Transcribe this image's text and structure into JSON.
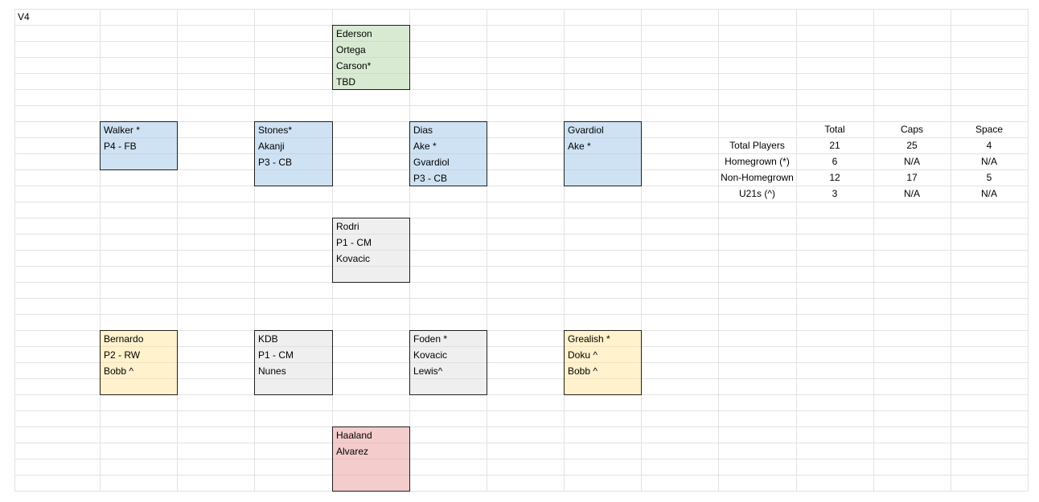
{
  "sheet": {
    "title_cell": "V4",
    "colors": {
      "gk": "#d9ead3",
      "def": "#cfe2f3",
      "mid": "#efefef",
      "wing": "#fff2cc",
      "fwd": "#f4cccc",
      "grid": "#e2e2e2",
      "border": "#1f1f1f"
    },
    "blocks": [
      {
        "name": "goalkeepers",
        "color": "gk",
        "players": [
          "Ederson",
          "Ortega",
          "Carson*",
          "TBD"
        ]
      },
      {
        "name": "right-back",
        "color": "def",
        "players": [
          "Walker *",
          "P4 - FB",
          ""
        ]
      },
      {
        "name": "center-back-1",
        "color": "def",
        "players": [
          "Stones*",
          "Akanji",
          "P3 - CB",
          ""
        ]
      },
      {
        "name": "center-back-2",
        "color": "def",
        "players": [
          "Dias",
          "Ake *",
          "Gvardiol",
          "P3 - CB"
        ]
      },
      {
        "name": "left-back",
        "color": "def",
        "players": [
          "Gvardiol",
          "Ake *",
          "",
          ""
        ]
      },
      {
        "name": "defensive-mid",
        "color": "mid",
        "players": [
          "Rodri",
          "P1 - CM",
          "Kovacic",
          ""
        ]
      },
      {
        "name": "right-wing",
        "color": "wing",
        "players": [
          "Bernardo",
          "P2 - RW",
          "Bobb ^",
          ""
        ]
      },
      {
        "name": "central-mid-1",
        "color": "mid",
        "players": [
          "KDB",
          "P1 - CM",
          "Nunes",
          ""
        ]
      },
      {
        "name": "central-mid-2",
        "color": "mid",
        "players": [
          "Foden *",
          "Kovacic",
          "Lewis^",
          ""
        ]
      },
      {
        "name": "left-wing",
        "color": "wing",
        "players": [
          "Grealish *",
          "Doku ^",
          "Bobb ^",
          ""
        ]
      },
      {
        "name": "striker",
        "color": "fwd",
        "players": [
          "Haaland",
          "Alvarez",
          "",
          ""
        ]
      }
    ],
    "summary": {
      "headers": [
        "",
        "Total",
        "Caps",
        "Space"
      ],
      "rows": [
        {
          "label": "Total Players",
          "values": [
            "21",
            "25",
            "4"
          ]
        },
        {
          "label": "Homegrown (*)",
          "values": [
            "6",
            "N/A",
            "N/A"
          ]
        },
        {
          "label": "Non-Homegrown",
          "values": [
            "12",
            "17",
            "5"
          ]
        },
        {
          "label": "U21s (^)",
          "values": [
            "3",
            "N/A",
            "N/A"
          ]
        }
      ]
    }
  }
}
